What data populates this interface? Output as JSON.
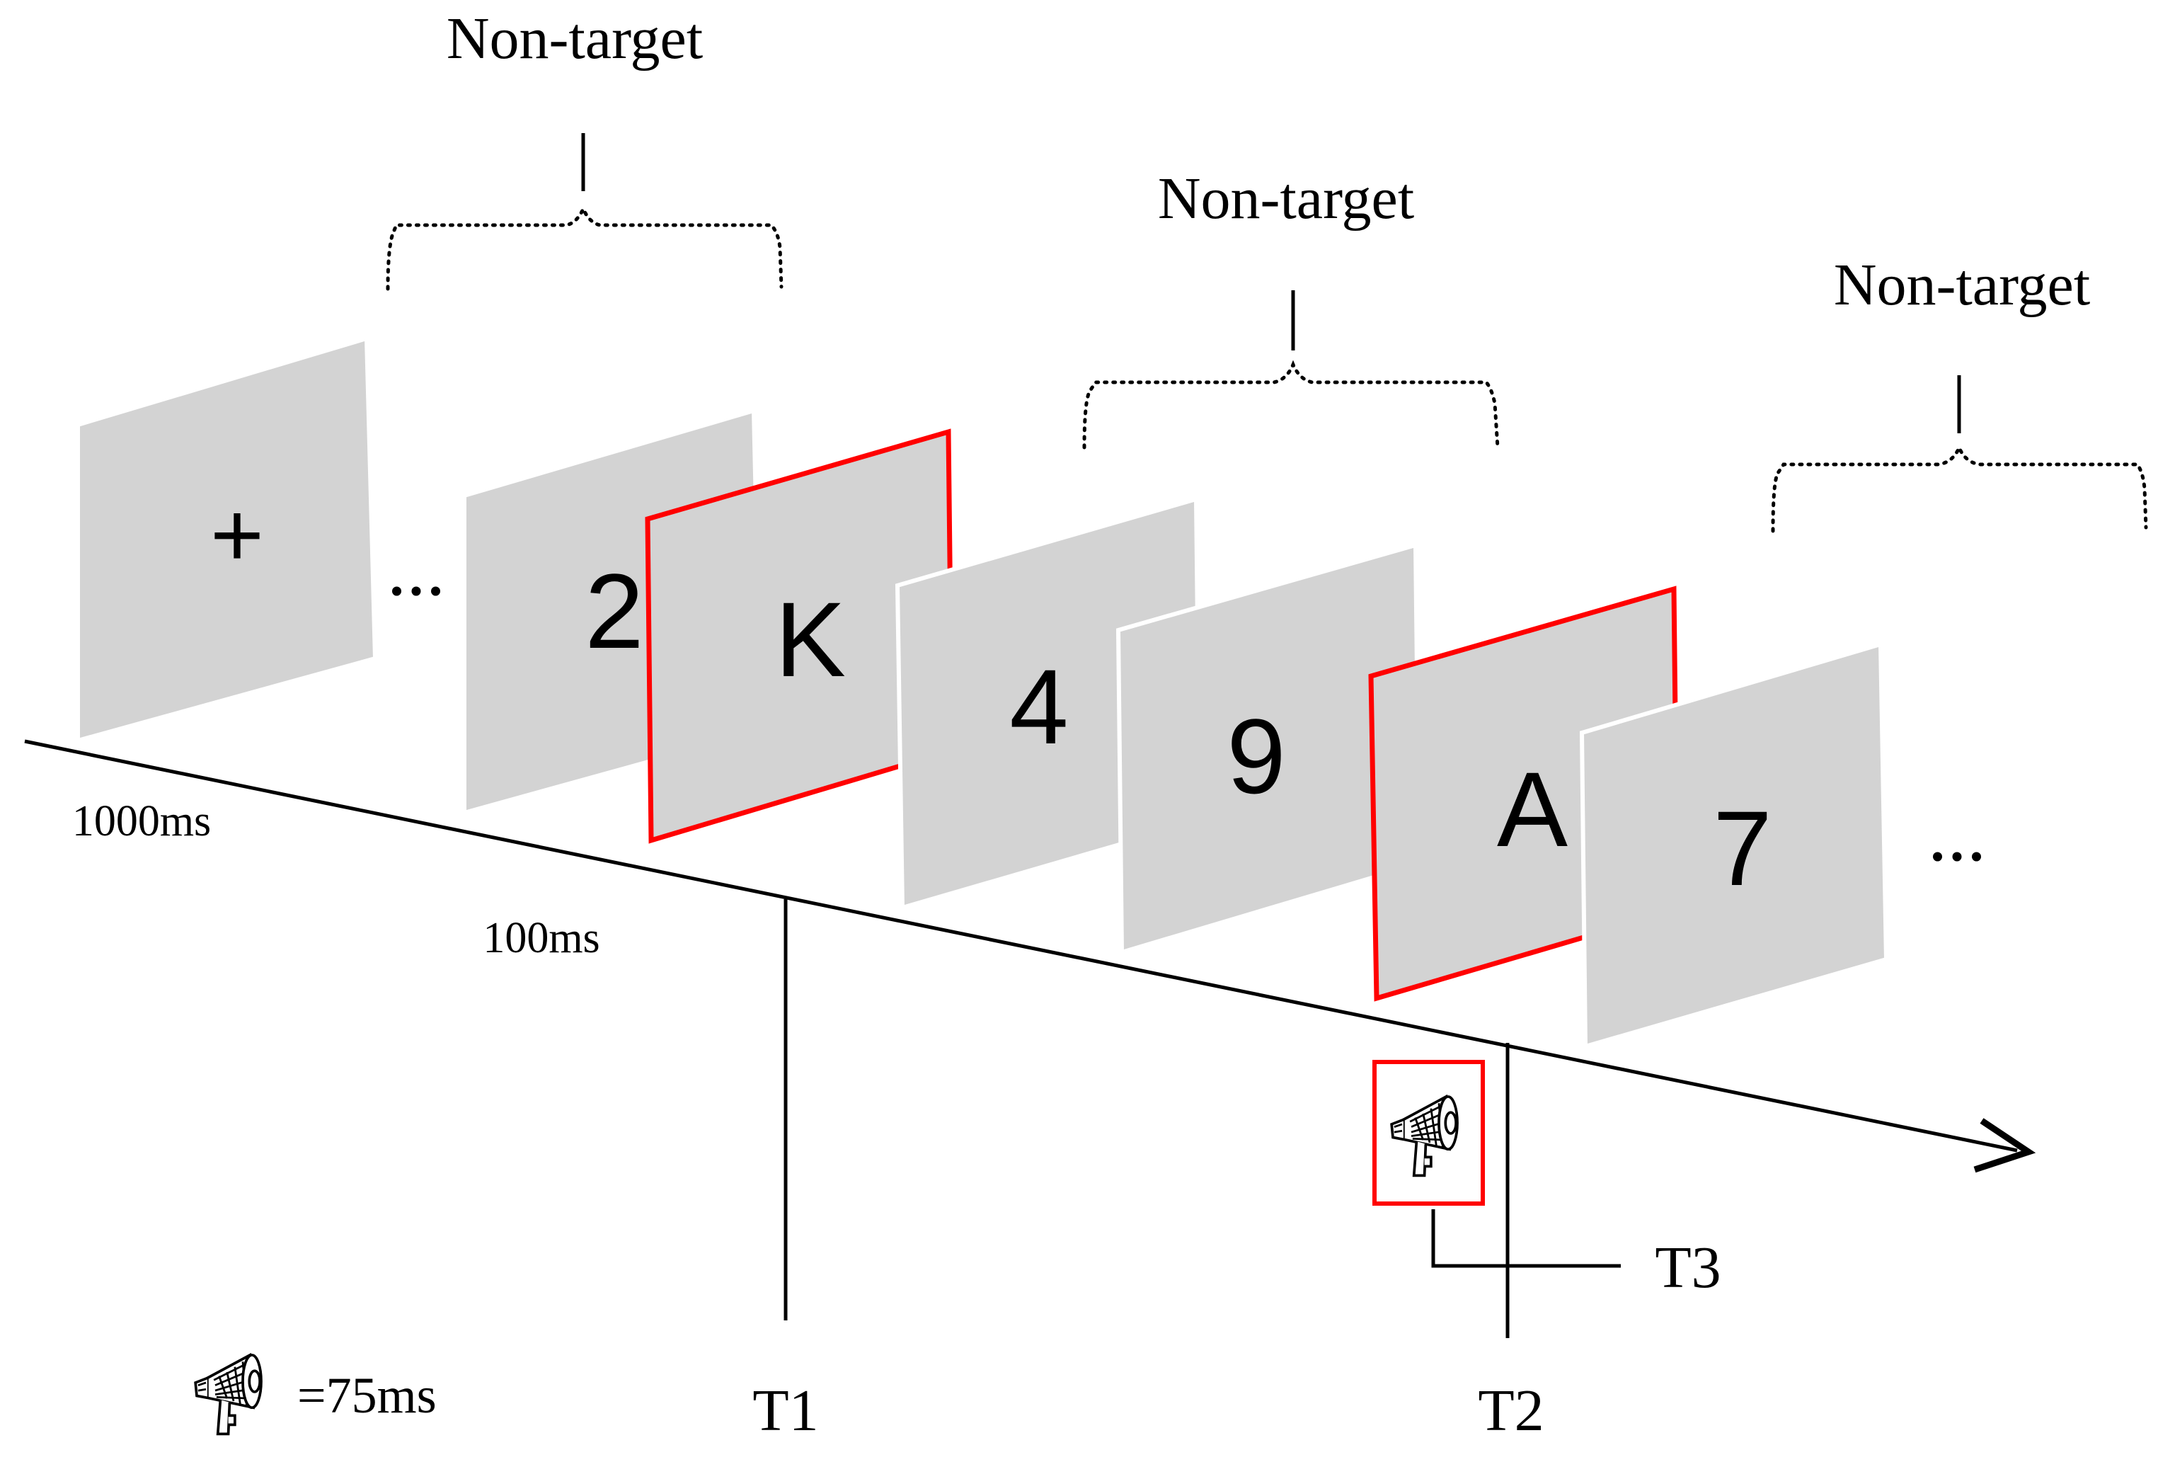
{
  "labels": {
    "non_target_1": "Non-target",
    "non_target_2": "Non-target",
    "non_target_3": "Non-target",
    "time_1000": "1000ms",
    "time_100": "100ms",
    "t1": "T1",
    "t2": "T2",
    "t3": "T3",
    "legend": "=75ms"
  },
  "frames": {
    "fixation": "+",
    "f2": "2",
    "fk": "K",
    "f4": "4",
    "f9": "9",
    "fa": "A",
    "f7": "7"
  },
  "ellipsis_1": "...",
  "ellipsis_2": "...",
  "colors": {
    "frame_fill": "#d3d3d3",
    "target_border": "#ff0000",
    "axis": "#000000"
  },
  "icons": {
    "sound": "megaphone-icon"
  }
}
